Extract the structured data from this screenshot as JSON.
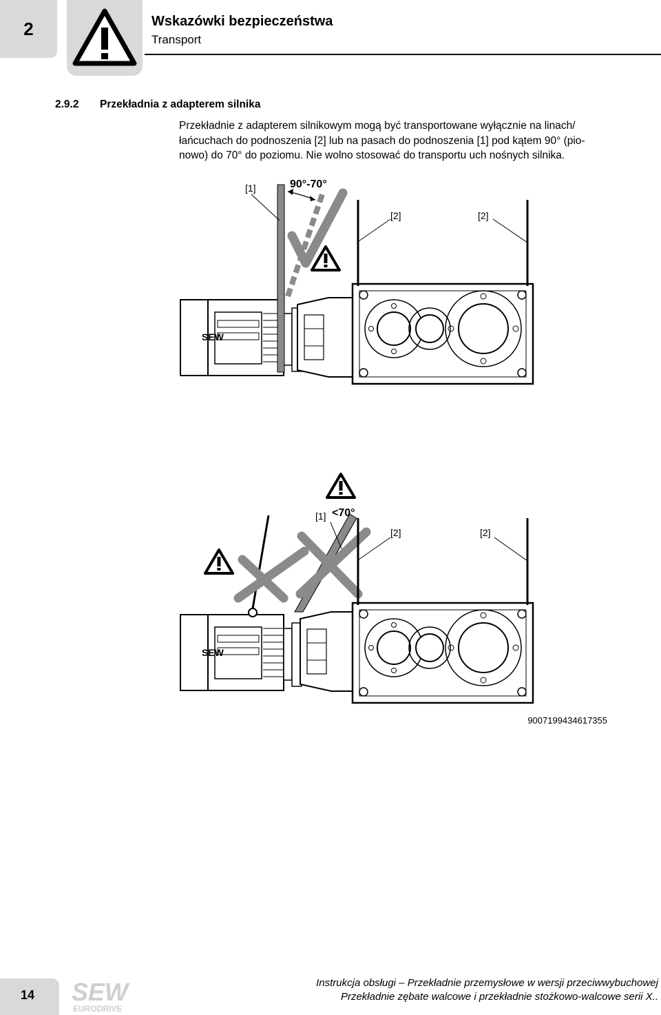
{
  "header": {
    "chapter_number": "2",
    "title": "Wskazówki bezpieczeństwa",
    "subtitle": "Transport"
  },
  "section": {
    "number": "2.9.2",
    "title": "Przekładnia z adapterem silnika",
    "paragraph_lines": [
      "Przekładnie z adapterem silnikowym mogą być transportowane wyłącznie na linach/",
      "łańcuchach do podnoszenia [2] lub na pasach do podnoszenia [1] pod kątem 90° (pio-",
      "nowo) do 70° do poziomu. Nie wolno stosować do transportu uch nośnych silnika."
    ]
  },
  "figure": {
    "top": {
      "label_belt": "[1]",
      "angle_label": "90°-70°",
      "label_chain_left": "[2]",
      "label_chain_right": "[2]"
    },
    "bottom": {
      "label_belt": "[1]",
      "angle_label": "<70°",
      "label_chain_left": "[2]",
      "label_chain_right": "[2]"
    },
    "motor_brand": "SEW",
    "figure_id": "9007199434617355"
  },
  "footer": {
    "page_number": "14",
    "logo_top": "SEW",
    "logo_bottom": "EURODRIVE",
    "line1": "Instrukcja obsługi – Przekładnie przemysłowe w wersji przeciwwybuchowej",
    "line2": "Przekładnie zębate walcowe i przekładnie stożkowo-walcowe serii X.."
  }
}
